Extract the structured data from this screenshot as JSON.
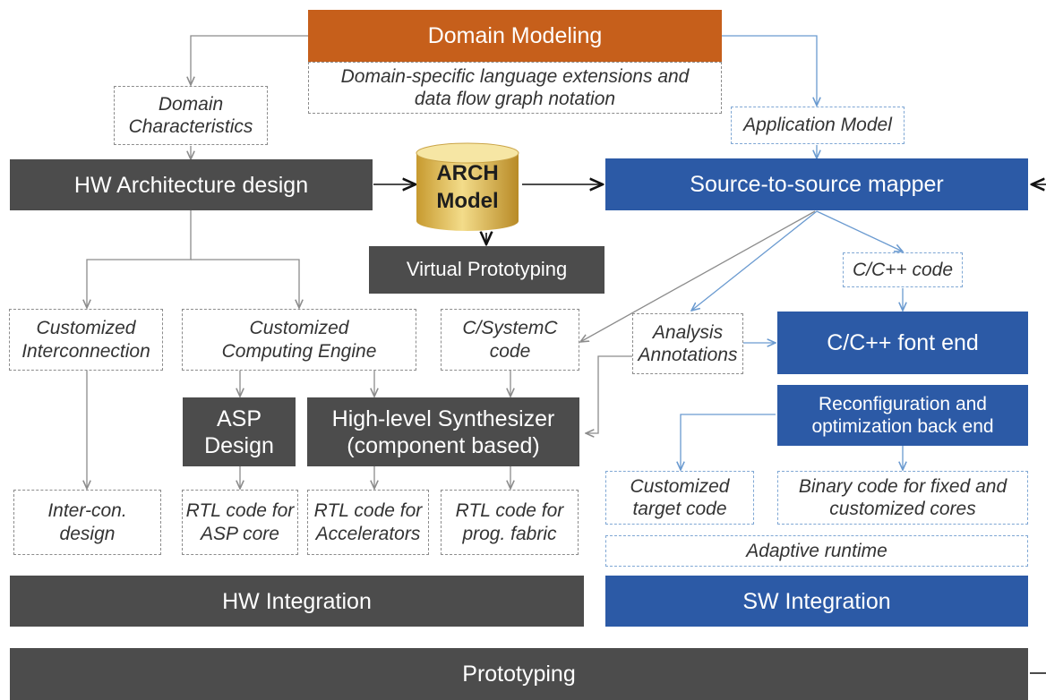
{
  "nodes": {
    "domain_modeling": "Domain Modeling",
    "domain_modeling_note": "Domain-specific language extensions and\ndata flow graph notation",
    "domain_characteristics": "Domain\nCharacteristics",
    "application_model": "Application Model",
    "hw_arch_design": "HW Architecture design",
    "arch_model": "ARCH\nModel",
    "source_mapper": "Source-to-source mapper",
    "virtual_prototyping": "Virtual Prototyping",
    "c_code": "C/C++ code",
    "customized_interconnection": "Customized\nInterconnection",
    "customized_engine": "Customized\nComputing Engine",
    "systemc_code": "C/SystemC\ncode",
    "analysis_annotations": "Analysis\nAnnotations",
    "font_end": "C/C++ font end",
    "asp_design": "ASP\nDesign",
    "hls": "High-level Synthesizer\n(component based)",
    "reconfig_backend": "Reconfiguration and\noptimization back end",
    "intercon_design": "Inter-con.\ndesign",
    "rtl_asp": "RTL code for\nASP core",
    "rtl_accel": "RTL code for\nAccelerators",
    "rtl_fabric": "RTL code for\nprog. fabric",
    "customized_target": "Customized\ntarget code",
    "binary_code": "Binary code for fixed and\ncustomized cores",
    "adaptive_runtime": "Adaptive runtime",
    "hw_integration": "HW Integration",
    "sw_integration": "SW Integration",
    "prototyping": "Prototyping"
  },
  "colors": {
    "orange": "#c65f1b",
    "gray": "#4c4c4c",
    "blue": "#2c5aa6",
    "cylinder_gold": "#e0c060"
  }
}
